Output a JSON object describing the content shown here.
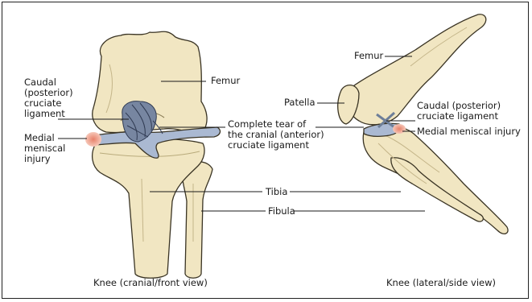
{
  "left_view": {
    "caption": "Knee (cranial/front view)",
    "labels": {
      "femur": "Femur",
      "caudal_ligament": "Caudal\n(posterior)\ncruciate\nligament",
      "medial_injury": "Medial\nmeniscal\ninjury",
      "complete_tear": "Complete tear of\nthe cranial (anterior)\ncruciate ligament",
      "tibia": "Tibia",
      "fibula": "Fibula"
    }
  },
  "right_view": {
    "caption": "Knee (lateral/side view)",
    "labels": {
      "femur": "Femur",
      "patella": "Patella",
      "caudal_ligament": "Caudal (posterior)\ncruciate ligament",
      "medial_injury": "Medial meniscal injury"
    }
  },
  "colors": {
    "bone": "#f1e6c2",
    "bone_shade": "#dccf9f",
    "outline": "#3a3424",
    "meniscus": "#aab9d2",
    "ligament": "#6e7f99",
    "injury": "#ec9a82",
    "border": "#222222"
  }
}
